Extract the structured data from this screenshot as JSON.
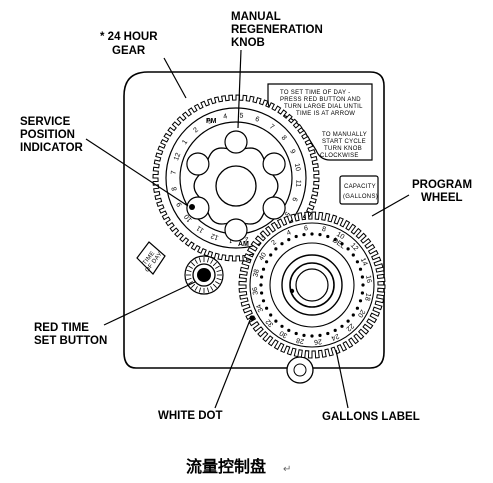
{
  "labels": {
    "gear_24h_line1": "* 24 HOUR",
    "gear_24h_line2": "GEAR",
    "manual_knob_line1": "MANUAL",
    "manual_knob_line2": "REGENERATION",
    "manual_knob_line3": "KNOB",
    "service_line1": "SERVICE",
    "service_line2": "POSITION",
    "service_line3": "INDICATOR",
    "program_line1": "PROGRAM",
    "program_line2": "WHEEL",
    "red_button_line1": "RED TIME",
    "red_button_line2": "SET BUTTON",
    "white_dot": "WHITE DOT",
    "gallons_label": "GALLONS LABEL"
  },
  "instructions": {
    "set_time": [
      "TO SET TIME OF DAY -",
      "PRESS RED BUTTON AND",
      "TURN LARGE DIAL UNTIL",
      "TIME IS AT ARROW"
    ],
    "manual_start": [
      "TO MANUALLY",
      "START CYCLE",
      "TURN KNOB",
      "CLOCKWISE"
    ]
  },
  "capacity": {
    "line1": "CAPACITY",
    "line2": "(GALLONS)"
  },
  "time_tag": {
    "line1": "TIME",
    "line2": "OF DAY"
  },
  "dial": {
    "pm": "PM",
    "am": "AM",
    "hours_top": [
      "6",
      "5",
      "4",
      "3",
      "2",
      "1",
      "12",
      "11",
      "10",
      "9",
      "8",
      "7"
    ],
    "hours_bottom": [
      "12",
      "1",
      "2",
      "3",
      "4",
      "5",
      "6",
      "7",
      "8",
      "9",
      "10",
      "11"
    ]
  },
  "program_dial": {
    "text": "DEL",
    "numbers": [
      "10",
      "12",
      "14",
      "16",
      "18",
      "20",
      "22",
      "24",
      "26",
      "28",
      "30",
      "32",
      "34",
      "36",
      "38",
      "40",
      "2",
      "4",
      "6",
      "8"
    ]
  },
  "caption": "流量控制盘"
}
